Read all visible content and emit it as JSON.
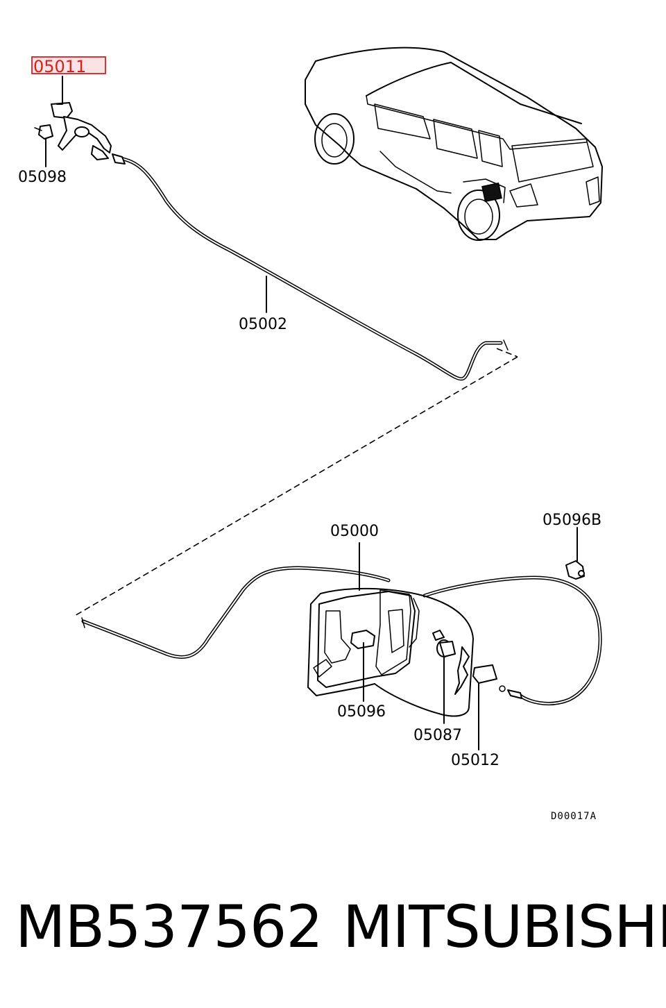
{
  "callouts": {
    "p05011": "05011",
    "p05098": "05098",
    "p05002": "05002",
    "p05000": "05000",
    "p05096b": "05096B",
    "p05096": "05096",
    "p05087": "05087",
    "p05012": "05012"
  },
  "diagram_code": "D00017A",
  "footer": {
    "part_number": "MB537562",
    "brand": "MITSUBISHI"
  },
  "colors": {
    "highlight": "#d42020",
    "highlight_fill": "#fbe3e3",
    "ink": "#000000",
    "background": "#ffffff"
  }
}
